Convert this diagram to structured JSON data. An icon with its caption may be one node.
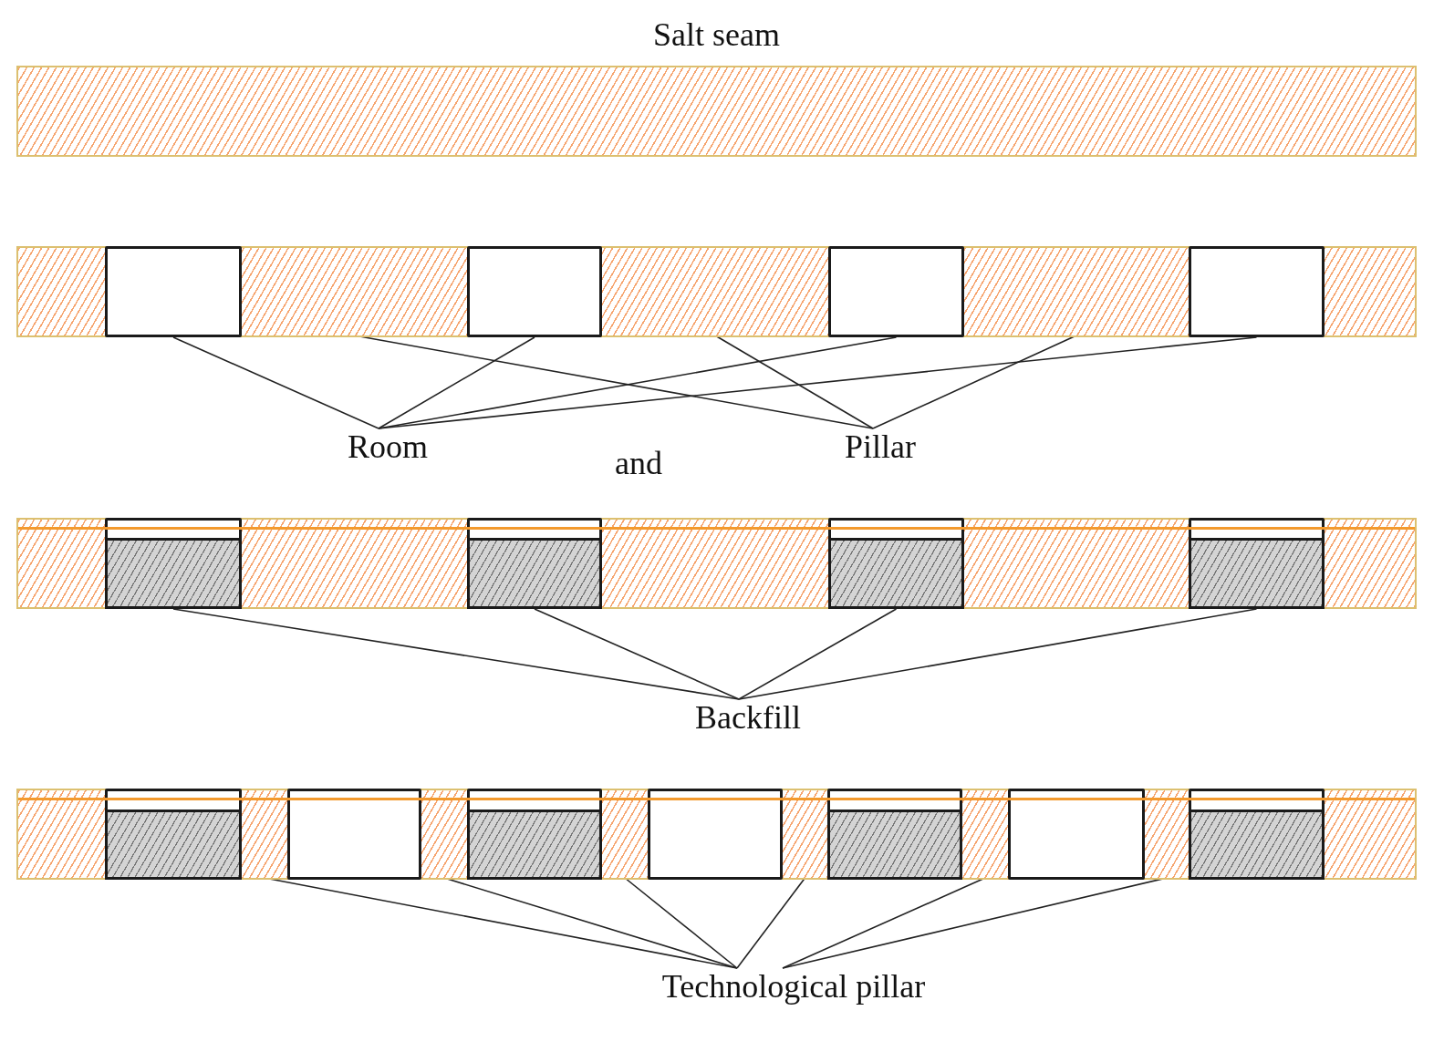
{
  "diagram": {
    "nodes": [
      {
        "text": [
          "Salt seam"
        ]
      },
      {
        "text": [],
        "shape": "bar"
      },
      {
        "text": [],
        "shape": "box",
        "in": 1
      },
      {
        "text": [],
        "shape": "bar",
        "in": 1
      },
      {
        "text": [],
        "shape": "box",
        "in": 1
      },
      {
        "text": [],
        "shape": "bar",
        "in": 1
      },
      {
        "text": [],
        "shape": "box",
        "in": 1
      },
      {
        "text": [],
        "shape": "bar",
        "in": 1
      },
      {
        "text": [],
        "shape": "box",
        "in": 1
      },
      {
        "text": [
          "Room"
        ]
      },
      {
        "text": [
          "Pillar"
        ]
      },
      {
        "text": [],
        "shape": "bar"
      },
      {
        "text": [],
        "shape": "box",
        "in": 11
      },
      {
        "text": [],
        "shape": "box",
        "in": 12
      },
      {
        "text": [],
        "shape": "box",
        "in": 11
      },
      {
        "text": [],
        "shape": "box",
        "in": 14
      },
      {
        "text": [],
        "shape": "box",
        "in": 11
      },
      {
        "text": [],
        "shape": "box",
        "in": 16
      },
      {
        "text": [],
        "shape": "box",
        "in": 11
      },
      {
        "text": [],
        "shape": "box",
        "in": 18
      },
      {
        "text": [
          "Backfill"
        ]
      },
      {
        "text": [],
        "shape": "bar"
      },
      {
        "text": [],
        "shape": "box",
        "in": 21
      },
      {
        "text": [],
        "shape": "box",
        "in": 22
      },
      {
        "text": [],
        "shape": "bar",
        "in": 21
      },
      {
        "text": [],
        "shape": "box",
        "in": 21
      },
      {
        "text": [],
        "shape": "bar",
        "in": 21
      },
      {
        "text": [],
        "shape": "box",
        "in": 21
      },
      {
        "text": [],
        "shape": "box",
        "in": 27
      },
      {
        "text": [],
        "shape": "bar",
        "in": 21
      },
      {
        "text": [],
        "shape": "box",
        "in": 21
      },
      {
        "text": [],
        "shape": "bar",
        "in": 21
      },
      {
        "text": [],
        "shape": "box",
        "in": 21
      },
      {
        "text": [],
        "shape": "box",
        "in": 32
      },
      {
        "text": [],
        "shape": "bar",
        "in": 21
      },
      {
        "text": [],
        "shape": "box",
        "in": 21
      },
      {
        "text": [],
        "shape": "bar",
        "in": 21
      },
      {
        "text": [],
        "shape": "box",
        "in": 21
      },
      {
        "text": [],
        "shape": "box",
        "in": 37
      },
      {
        "text": [
          "Technological pillar"
        ]
      }
    ],
    "edges": [
      {
        "from": 9,
        "to": 2,
        "arrow": "none"
      },
      {
        "from": 9,
        "to": 4,
        "arrow": "none"
      },
      {
        "from": 9,
        "to": 6,
        "arrow": "none"
      },
      {
        "from": 9,
        "to": 8,
        "arrow": "none"
      },
      {
        "from": 10,
        "to": 3,
        "arrow": "none"
      },
      {
        "from": 10,
        "to": 5,
        "arrow": "none"
      },
      {
        "from": 10,
        "to": 7,
        "arrow": "none"
      },
      {
        "from": 20,
        "to": 13,
        "arrow": "none"
      },
      {
        "from": 20,
        "to": 15,
        "arrow": "none"
      },
      {
        "from": 20,
        "to": 17,
        "arrow": "none"
      },
      {
        "from": 20,
        "to": 19,
        "arrow": "none"
      },
      {
        "from": 39,
        "to": 24,
        "arrow": "none"
      },
      {
        "from": 39,
        "to": 26,
        "arrow": "none"
      },
      {
        "from": 39,
        "to": 29,
        "arrow": "none"
      },
      {
        "from": 39,
        "to": 31,
        "arrow": "none"
      },
      {
        "from": 39,
        "to": 34,
        "arrow": "none"
      },
      {
        "from": 39,
        "to": 36,
        "arrow": "none"
      }
    ],
    "labels": [
      "and"
    ]
  }
}
